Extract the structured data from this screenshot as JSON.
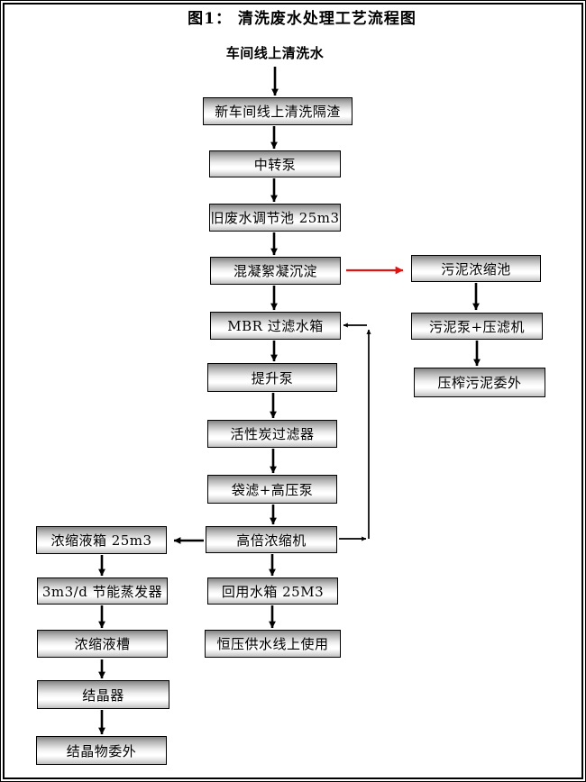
{
  "title": "图1： 清洗废水处理工艺流程图",
  "colors": {
    "arrow": "#000000",
    "sludge_arrow": "#e51212",
    "box_border": "#000000",
    "box_gradient_top": "#838383",
    "box_gradient_mid": "#ffffff",
    "box_gradient_bottom": "#c0c0c0"
  },
  "nodes": {
    "source": {
      "label": "车间线上清洗水"
    },
    "main": [
      {
        "label": "新车间线上清洗隔渣"
      },
      {
        "label": "中转泵"
      },
      {
        "label": "旧废水调节池 25m3"
      },
      {
        "label": "混凝絮凝沉淀"
      },
      {
        "label": "MBR 过滤水箱"
      },
      {
        "label": "提升泵"
      },
      {
        "label": "活性炭过滤器"
      },
      {
        "label": "袋滤+高压泵"
      },
      {
        "label": "高倍浓缩机"
      },
      {
        "label": "回用水箱 25M3"
      },
      {
        "label": "恒压供水线上使用"
      }
    ],
    "right": [
      {
        "label": "污泥浓缩池"
      },
      {
        "label": "污泥泵+压滤机"
      },
      {
        "label": "压榨污泥委外"
      }
    ],
    "left": [
      {
        "label": "浓缩液箱 25m3"
      },
      {
        "label": "3m3/d 节能蒸发器"
      },
      {
        "label": "浓缩液槽"
      },
      {
        "label": "结晶器"
      },
      {
        "label": "结晶物委外"
      }
    ]
  }
}
